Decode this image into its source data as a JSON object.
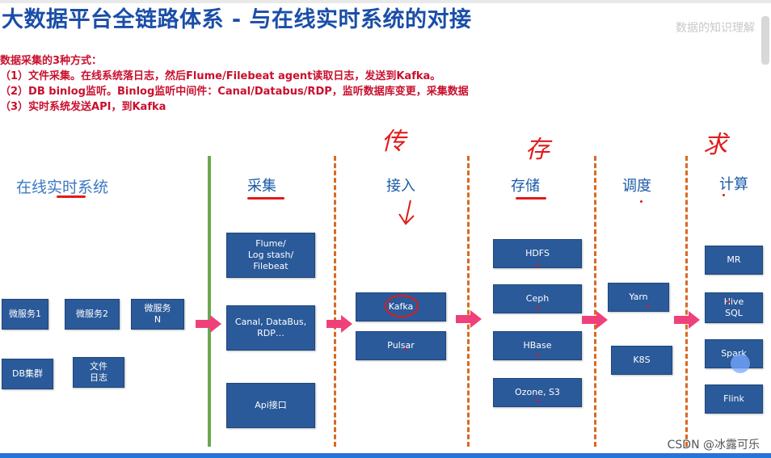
{
  "title": "大数据平台全链路体系 -  与在线实时系统的对接",
  "watermark": "数据的知识理解",
  "bullets": [
    "数据采集的3种方式：",
    "（1）文件采集。在线系统落日志，然后Flume/Filebeat agent读取日志，发送到Kafka。",
    "（2）DB binlog监听。Binlog监听中间件：Canal/Databus/RDP，监听数据库变更，采集数据",
    "（3）实时系统发送API，到Kafka"
  ],
  "columns": {
    "online": "在线实时系统",
    "collect": "采集",
    "ingest": "接入",
    "storage": "存储",
    "schedule": "调度",
    "compute": "计算"
  },
  "online_boxes": [
    "微服务1",
    "微服务2",
    "微服务\nN",
    "DB集群",
    "文件\n日志"
  ],
  "collect_boxes": [
    "Flume/\nLog stash/\nFilebeat",
    "Canal, DataBus,\nRDP…",
    "Api接口"
  ],
  "ingest_boxes": [
    "Kafka",
    "Pulsar"
  ],
  "storage_boxes": [
    "HDFS",
    "Ceph",
    "HBase",
    "Ozone, S3"
  ],
  "schedule_boxes": [
    "Yarn",
    "K8S"
  ],
  "compute_boxes": [
    "MR",
    "Hive\nSQL",
    "Spark",
    "Flink"
  ],
  "handwriting": {
    "transmit": "传",
    "store": "存",
    "compute": "求"
  },
  "footer": "CSDN @冰露可乐",
  "colors": {
    "title": "#1a4ea8",
    "box": "#2a5a9a",
    "arrow": "#f0407a",
    "annotation": "#e01b1b"
  }
}
